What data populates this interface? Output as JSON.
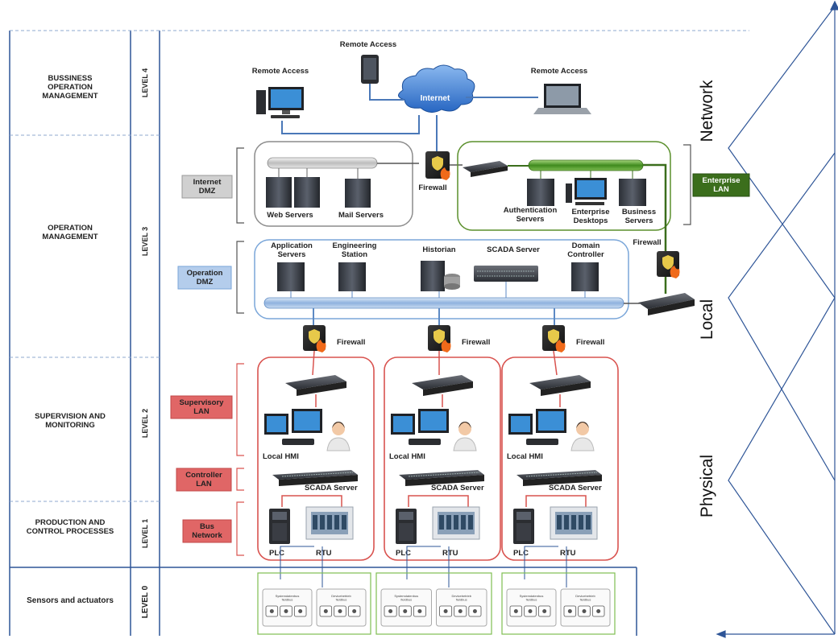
{
  "rows": {
    "r4": "BUSSINESS\nOPERATION\nMANAGEMENT",
    "r3": "OPERATION\nMANAGEMENT",
    "r2": "SUPERVISION AND\nMONITORING",
    "r1": "PRODUCTION AND\nCONTROL PROCESSES",
    "r0": "Sensors and actuators"
  },
  "levels": {
    "l4": "LEVEL 4",
    "l3": "LEVEL 3",
    "l2": "LEVEL 2",
    "l1": "LEVEL 1",
    "l0": "LEVEL 0"
  },
  "side_labels": {
    "network": "Network",
    "local": "Local",
    "physical": "Physical"
  },
  "tags": {
    "internet_dmz": "Internet\nDMZ",
    "operation_dmz": "Operation\nDMZ",
    "supervisory_lan": "Supervisory\nLAN",
    "controller_lan": "Controller\nLAN",
    "bus_network": "Bus\nNetwork",
    "enterprise_lan": "Enterprise\nLAN"
  },
  "labels": {
    "remote_access_top": "Remote Access",
    "remote_access_left": "Remote Access",
    "remote_access_right": "Remote Access",
    "internet": "Internet",
    "firewall_top": "Firewall",
    "firewall_right": "Firewall",
    "firewall": "Firewall",
    "web_servers": "Web Servers",
    "mail_servers": "Mail Servers",
    "auth_servers": "Authentication\nServers",
    "enterprise_desktops": "Enterprise\nDesktops",
    "business_servers": "Business\nServers",
    "application_servers": "Application\nServers",
    "engineering_station": "Engineering\nStation",
    "historian": "Historian",
    "scada_server_top": "SCADA Server",
    "domain_controller": "Domain\nController",
    "local_hmi": "Local HMI",
    "scada_server": "SCADA Server",
    "plc": "PLC",
    "rtu": "RTU",
    "field_left": "Systemdatenbus\nfieldbus",
    "field_right": "Devicebetrieb\nfieldbus"
  },
  "colors": {
    "grid": "#2e5597",
    "red": "#d9534f",
    "green": "#5a8f2b",
    "green_dark": "#3b6e1c",
    "blue_dmz": "#7aa6d9",
    "tag_red": "#e06666",
    "tag_gray": "#d0d0d0",
    "tag_blue": "#b4cdec"
  }
}
